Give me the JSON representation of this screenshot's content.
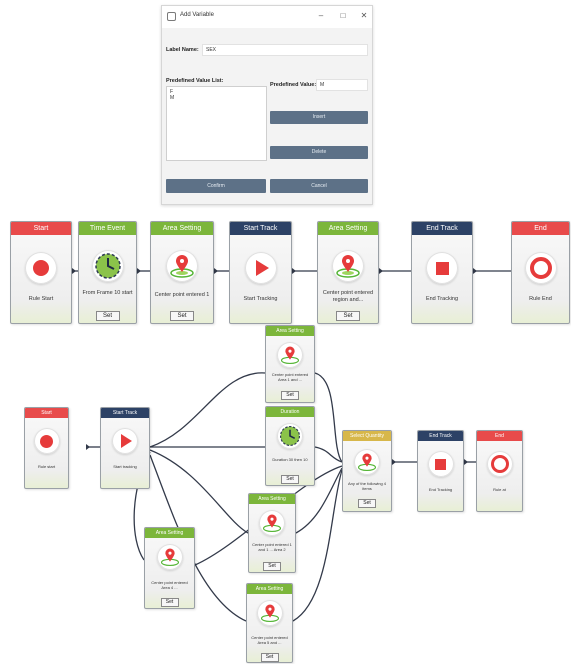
{
  "dialog": {
    "title": "Add Variable",
    "label_name_label": "Label Name:",
    "label_name_value": "SEX",
    "predefined_list_label": "Predefined Value List:",
    "predefined_list_items": [
      "F",
      "M"
    ],
    "predefined_value_label": "Predefined Value:",
    "predefined_value_value": "M",
    "add_button": "Insert",
    "delete_button": "Delete",
    "confirm_button": "Confirm",
    "cancel_button": "Cancel"
  },
  "colors": {
    "header_red": "#e84b4b",
    "header_green": "#7cb63b",
    "header_navy": "#2d4266",
    "header_gold": "#d7b74a",
    "icon_red": "#e63b3b",
    "wire": "#333a4a",
    "dialog_button": "#5d7187"
  },
  "flow1": {
    "start": {
      "header": "Start",
      "label": "Rule Start"
    },
    "time_event": {
      "header": "Time Event",
      "label": "From Frame 10 start",
      "button": "Set"
    },
    "area_setting_1": {
      "header": "Area Setting",
      "label": "Center point entered 1",
      "button": "Set"
    },
    "start_track": {
      "header": "Start Track",
      "label": "Start Tracking"
    },
    "area_setting_2": {
      "header": "Area Setting",
      "label": "Center point entered region and...",
      "button": "Set"
    },
    "end_track": {
      "header": "End Track",
      "label": "End Tracking"
    },
    "end": {
      "header": "End",
      "label": "Rule End"
    }
  },
  "flow2": {
    "start": {
      "header": "Start",
      "label": "Rule start"
    },
    "start_track": {
      "header": "Start Track",
      "label": "Start tracking"
    },
    "area_top": {
      "header": "Area Setting",
      "label": "Center point entered Area 1 and ...",
      "button": "Set"
    },
    "duration": {
      "header": "Duration",
      "label": "Duration 30 then 10",
      "button": "Set"
    },
    "area_mid": {
      "header": "Area Setting",
      "label": "Center point entered 1 and 1 ... Area 2",
      "button": "Set"
    },
    "area_left": {
      "header": "Area Setting",
      "label": "Center point entered Area 4 ...",
      "button": "Set"
    },
    "area_bottom": {
      "header": "Area Setting",
      "label": "Center point entered Area 5 and ...",
      "button": "Set"
    },
    "select_quantity": {
      "header": "Select Quantity",
      "label": "Any of the following 4 items",
      "button": "Set"
    },
    "end_track": {
      "header": "End Track",
      "label": "End Tracking"
    },
    "end": {
      "header": "End",
      "label": "Rule at"
    }
  }
}
